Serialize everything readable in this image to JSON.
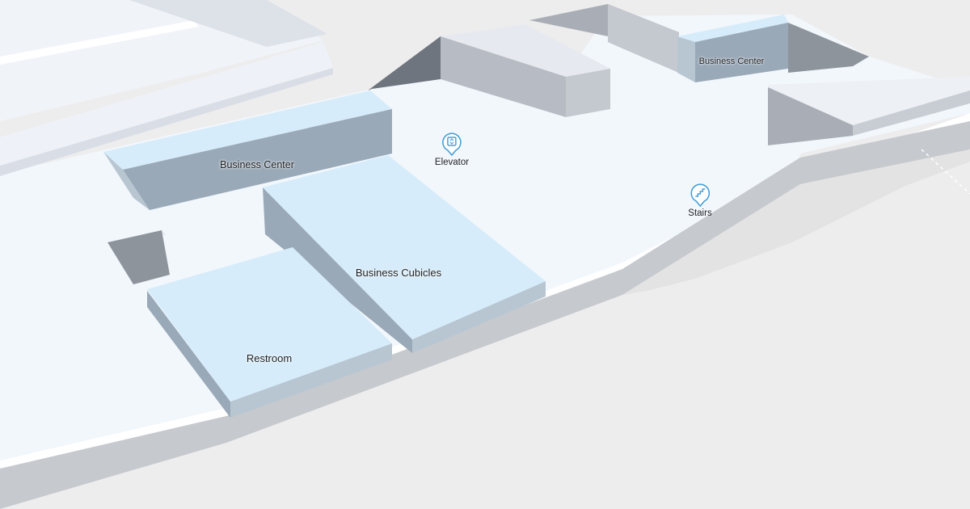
{
  "colors": {
    "floor": "#f2f7fc",
    "room_top": "#d6ecfa",
    "room_side": "#9aa9b8",
    "wall_top": "#dfe3ea",
    "wall_side": "#a9aeb6",
    "outdoor": "#ededed",
    "poi_blue": "#4a9fd6"
  },
  "rooms": {
    "business_center_left": "Business Center",
    "business_center_top": "Business Center",
    "business_cubicles": "Business Cubicles",
    "restroom": "Restroom"
  },
  "poi": {
    "elevator": {
      "label": "Elevator",
      "icon": "elevator-icon"
    },
    "stairs": {
      "label": "Stairs",
      "icon": "stairs-icon"
    }
  }
}
